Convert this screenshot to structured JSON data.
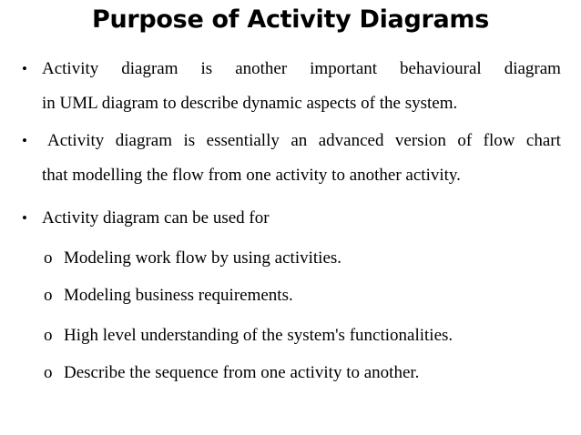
{
  "title": "Purpose of Activity Diagrams",
  "bullets": [
    {
      "line1_words": [
        "Activity",
        "diagram",
        "is",
        "another",
        "important",
        "behavioural",
        "diagram"
      ],
      "line2": "in UML diagram to describe dynamic aspects of the system."
    },
    {
      "line1_words": [
        "Activity",
        "diagram",
        "is",
        "essentially",
        "an",
        "advanced",
        "version",
        "of",
        "flow",
        "chart"
      ],
      "line2": "that modelling the flow from one activity to another activity."
    },
    {
      "line1": "Activity diagram can be used for"
    }
  ],
  "bullet_symbol": "•",
  "sub_marker": "o",
  "sub_items": [
    "Modeling work flow by using activities.",
    "Modeling business requirements.",
    "High level understanding of the system's functionalities.",
    "Describe the sequence from one activity to another."
  ]
}
